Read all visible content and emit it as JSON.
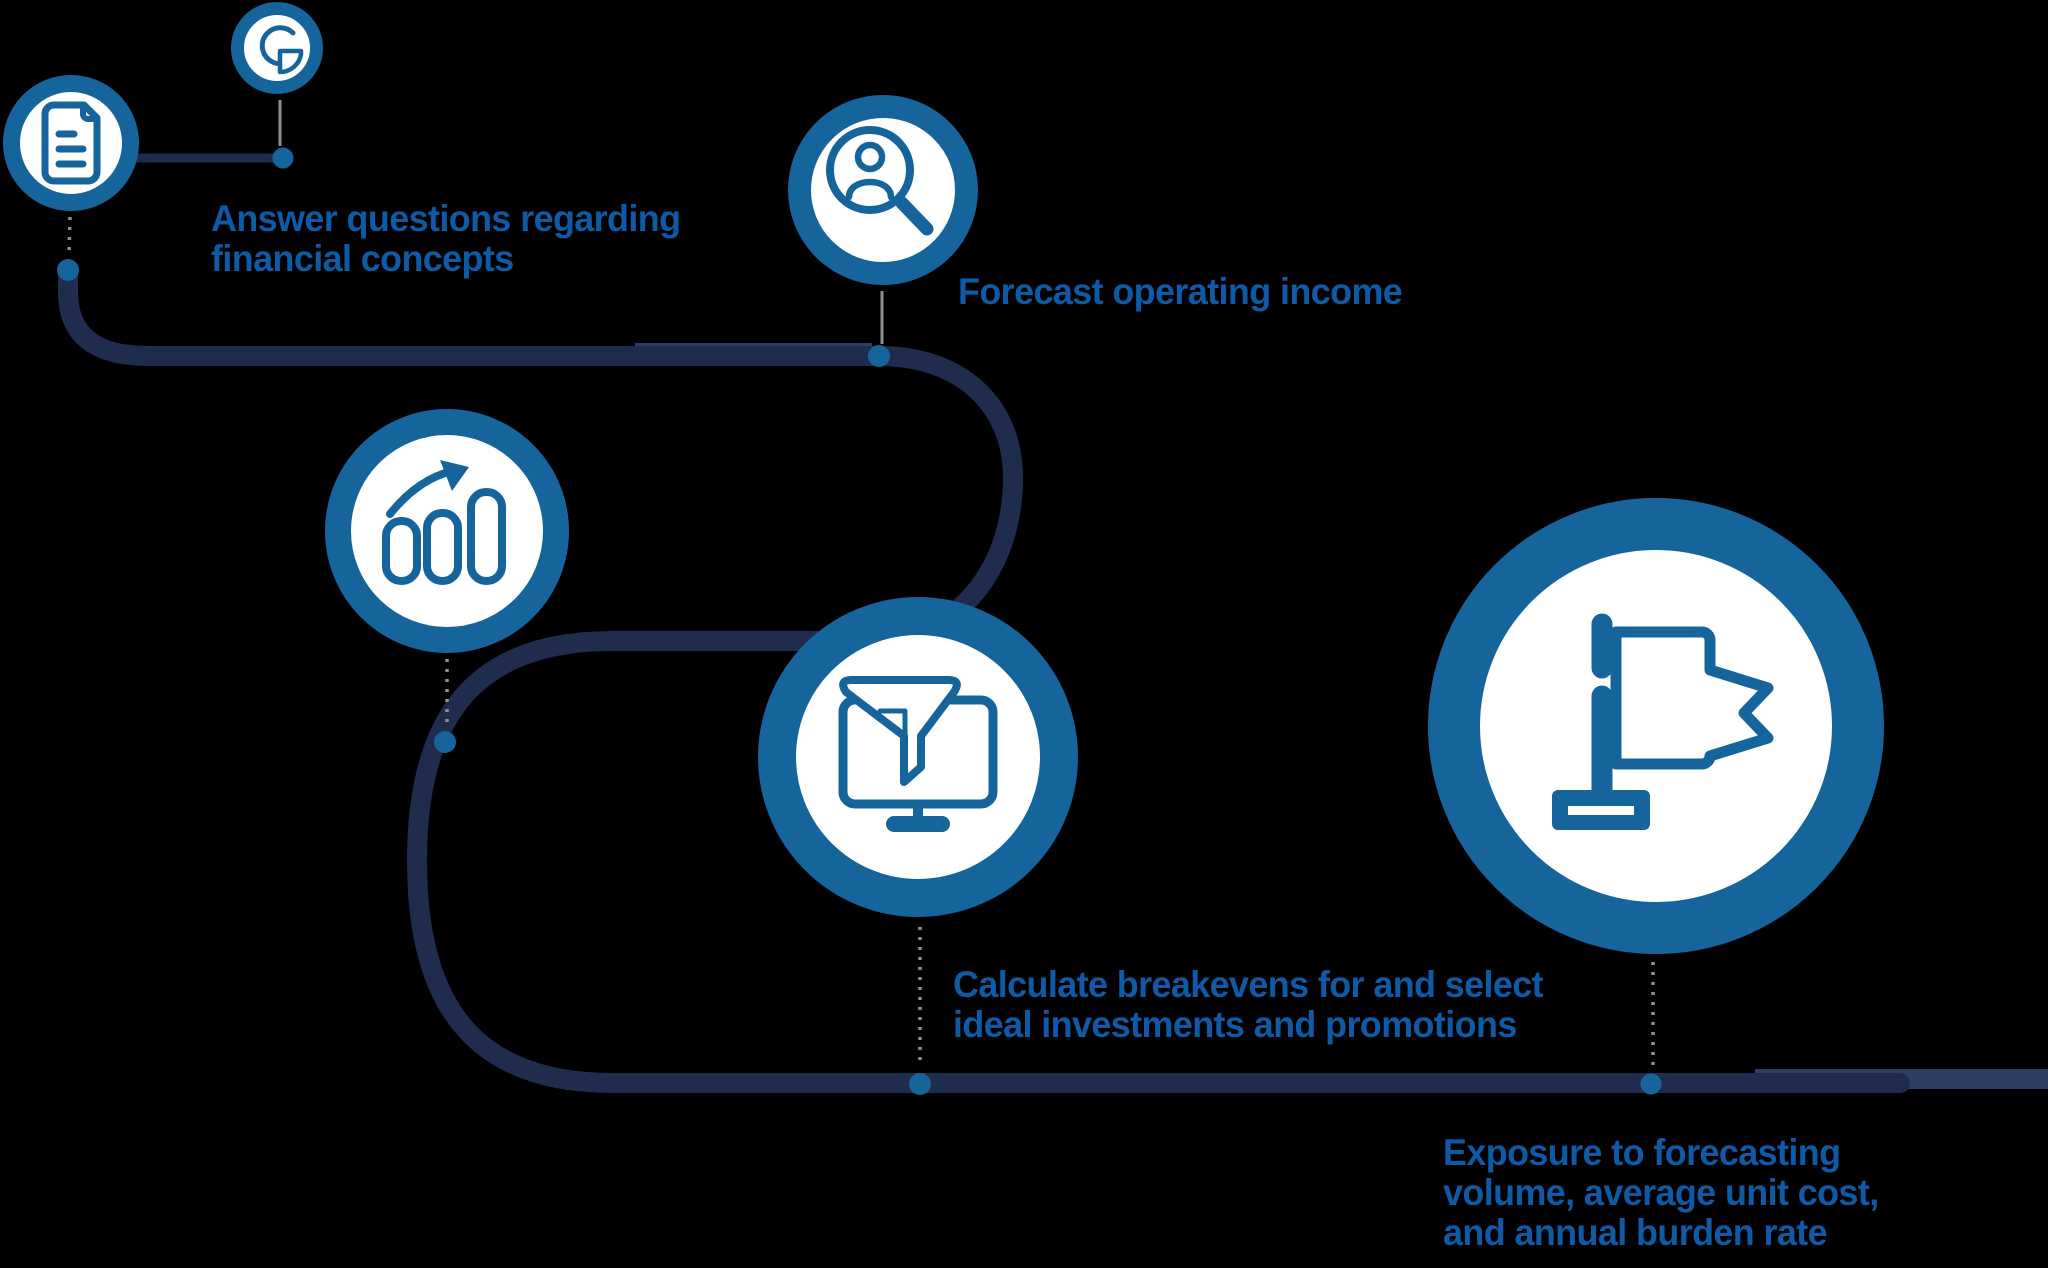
{
  "colors": {
    "background": "#000000",
    "accent": "#15649c",
    "path_dark": "#1f2c4e",
    "path_light": "#2e3d63",
    "text_blue": "#0d5ba6",
    "connector_gray": "#8f8f8f",
    "circle_fill": "#ffffff"
  },
  "logo": {
    "name": "G logo badge",
    "icon": "logo-g-icon"
  },
  "steps": [
    {
      "id": "answer-questions",
      "icon": "document-icon",
      "label_lines": [
        "Answer questions regarding",
        "financial concepts"
      ]
    },
    {
      "id": "forecast-income",
      "icon": "user-search-icon",
      "label_lines": [
        "Forecast operating income"
      ]
    },
    {
      "id": "growth-chart",
      "icon": "bar-chart-growth-icon",
      "label_lines": []
    },
    {
      "id": "breakevens",
      "icon": "funnel-monitor-icon",
      "label_lines": [
        "Calculate breakevens for and select",
        "ideal investments and promotions"
      ]
    },
    {
      "id": "exposure",
      "icon": "flag-icon",
      "label_lines": [
        "Exposure to forecasting",
        "volume, average unit cost,",
        "and annual burden rate"
      ]
    }
  ]
}
